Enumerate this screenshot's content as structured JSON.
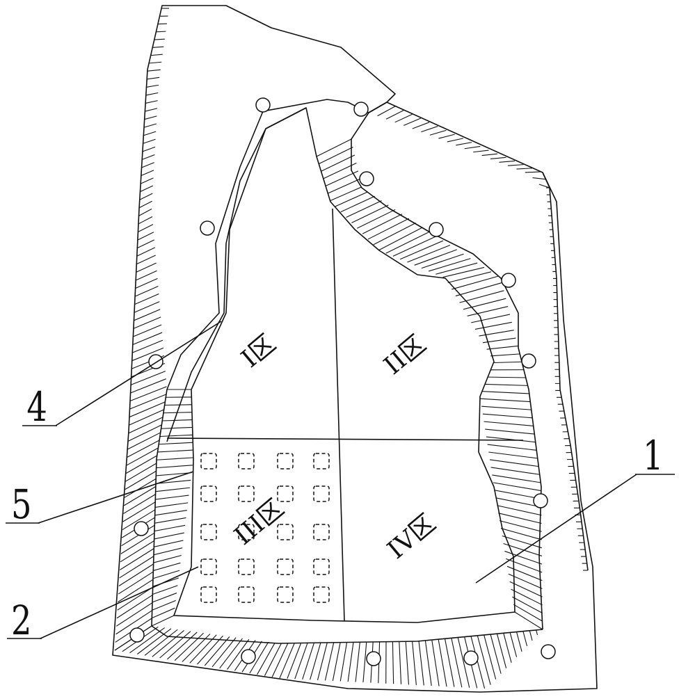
{
  "callouts": [
    {
      "id": "callout-1",
      "label": "1"
    },
    {
      "id": "callout-2",
      "label": "2"
    },
    {
      "id": "callout-4",
      "label": "4"
    },
    {
      "id": "callout-5",
      "label": "5"
    }
  ],
  "zones": [
    {
      "id": "zone-1",
      "label": "I区"
    },
    {
      "id": "zone-2",
      "label": "II区"
    },
    {
      "id": "zone-3",
      "label": "III区"
    },
    {
      "id": "zone-4",
      "label": "IV区"
    }
  ],
  "grid": {
    "rows": 5,
    "cols": 4
  }
}
